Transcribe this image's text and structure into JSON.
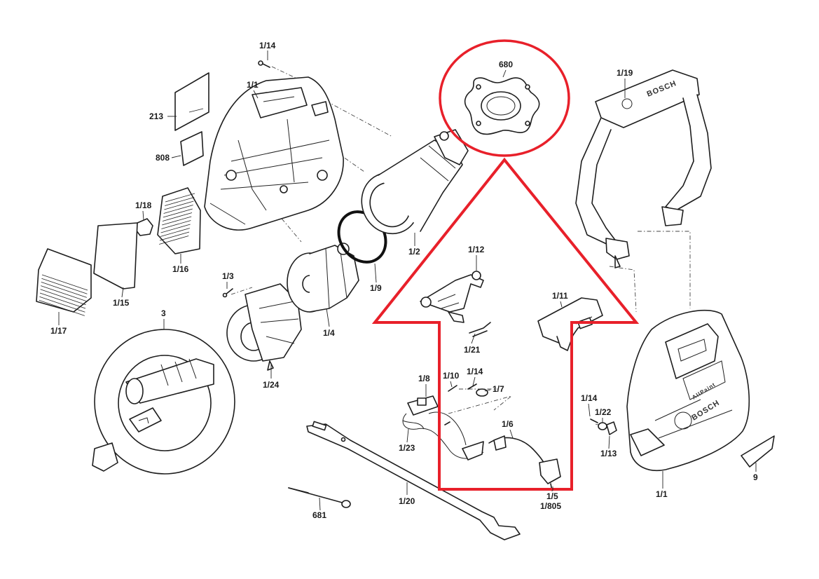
{
  "diagram": {
    "brand_text": "BOSCH",
    "product_text": "AllPaint",
    "highlight_color": "#e8202a",
    "labels": {
      "p_1_14_top": "1/14",
      "p_1_1_left": "1/1",
      "p_213": "213",
      "p_808": "808",
      "p_1_18": "1/18",
      "p_1_16": "1/16",
      "p_1_15": "1/15",
      "p_1_17": "1/17",
      "p_1_3": "1/3",
      "p_3": "3",
      "p_1_24": "1/24",
      "p_1_4": "1/4",
      "p_1_9": "1/9",
      "p_1_2": "1/2",
      "p_680": "680",
      "p_1_19": "1/19",
      "p_1_12": "1/12",
      "p_1_21": "1/21",
      "p_1_11": "1/11",
      "p_1_8": "1/8",
      "p_1_10": "1/10",
      "p_1_14_mid": "1/14",
      "p_1_7": "1/7",
      "p_1_23": "1/23",
      "p_1_6": "1/6",
      "p_1_5": "1/5",
      "p_1_805": "1/805",
      "p_1_20": "1/20",
      "p_681": "681",
      "p_1_14_right": "1/14",
      "p_1_22": "1/22",
      "p_1_13": "1/13",
      "p_9": "9",
      "p_1_1_right": "1/1"
    }
  }
}
